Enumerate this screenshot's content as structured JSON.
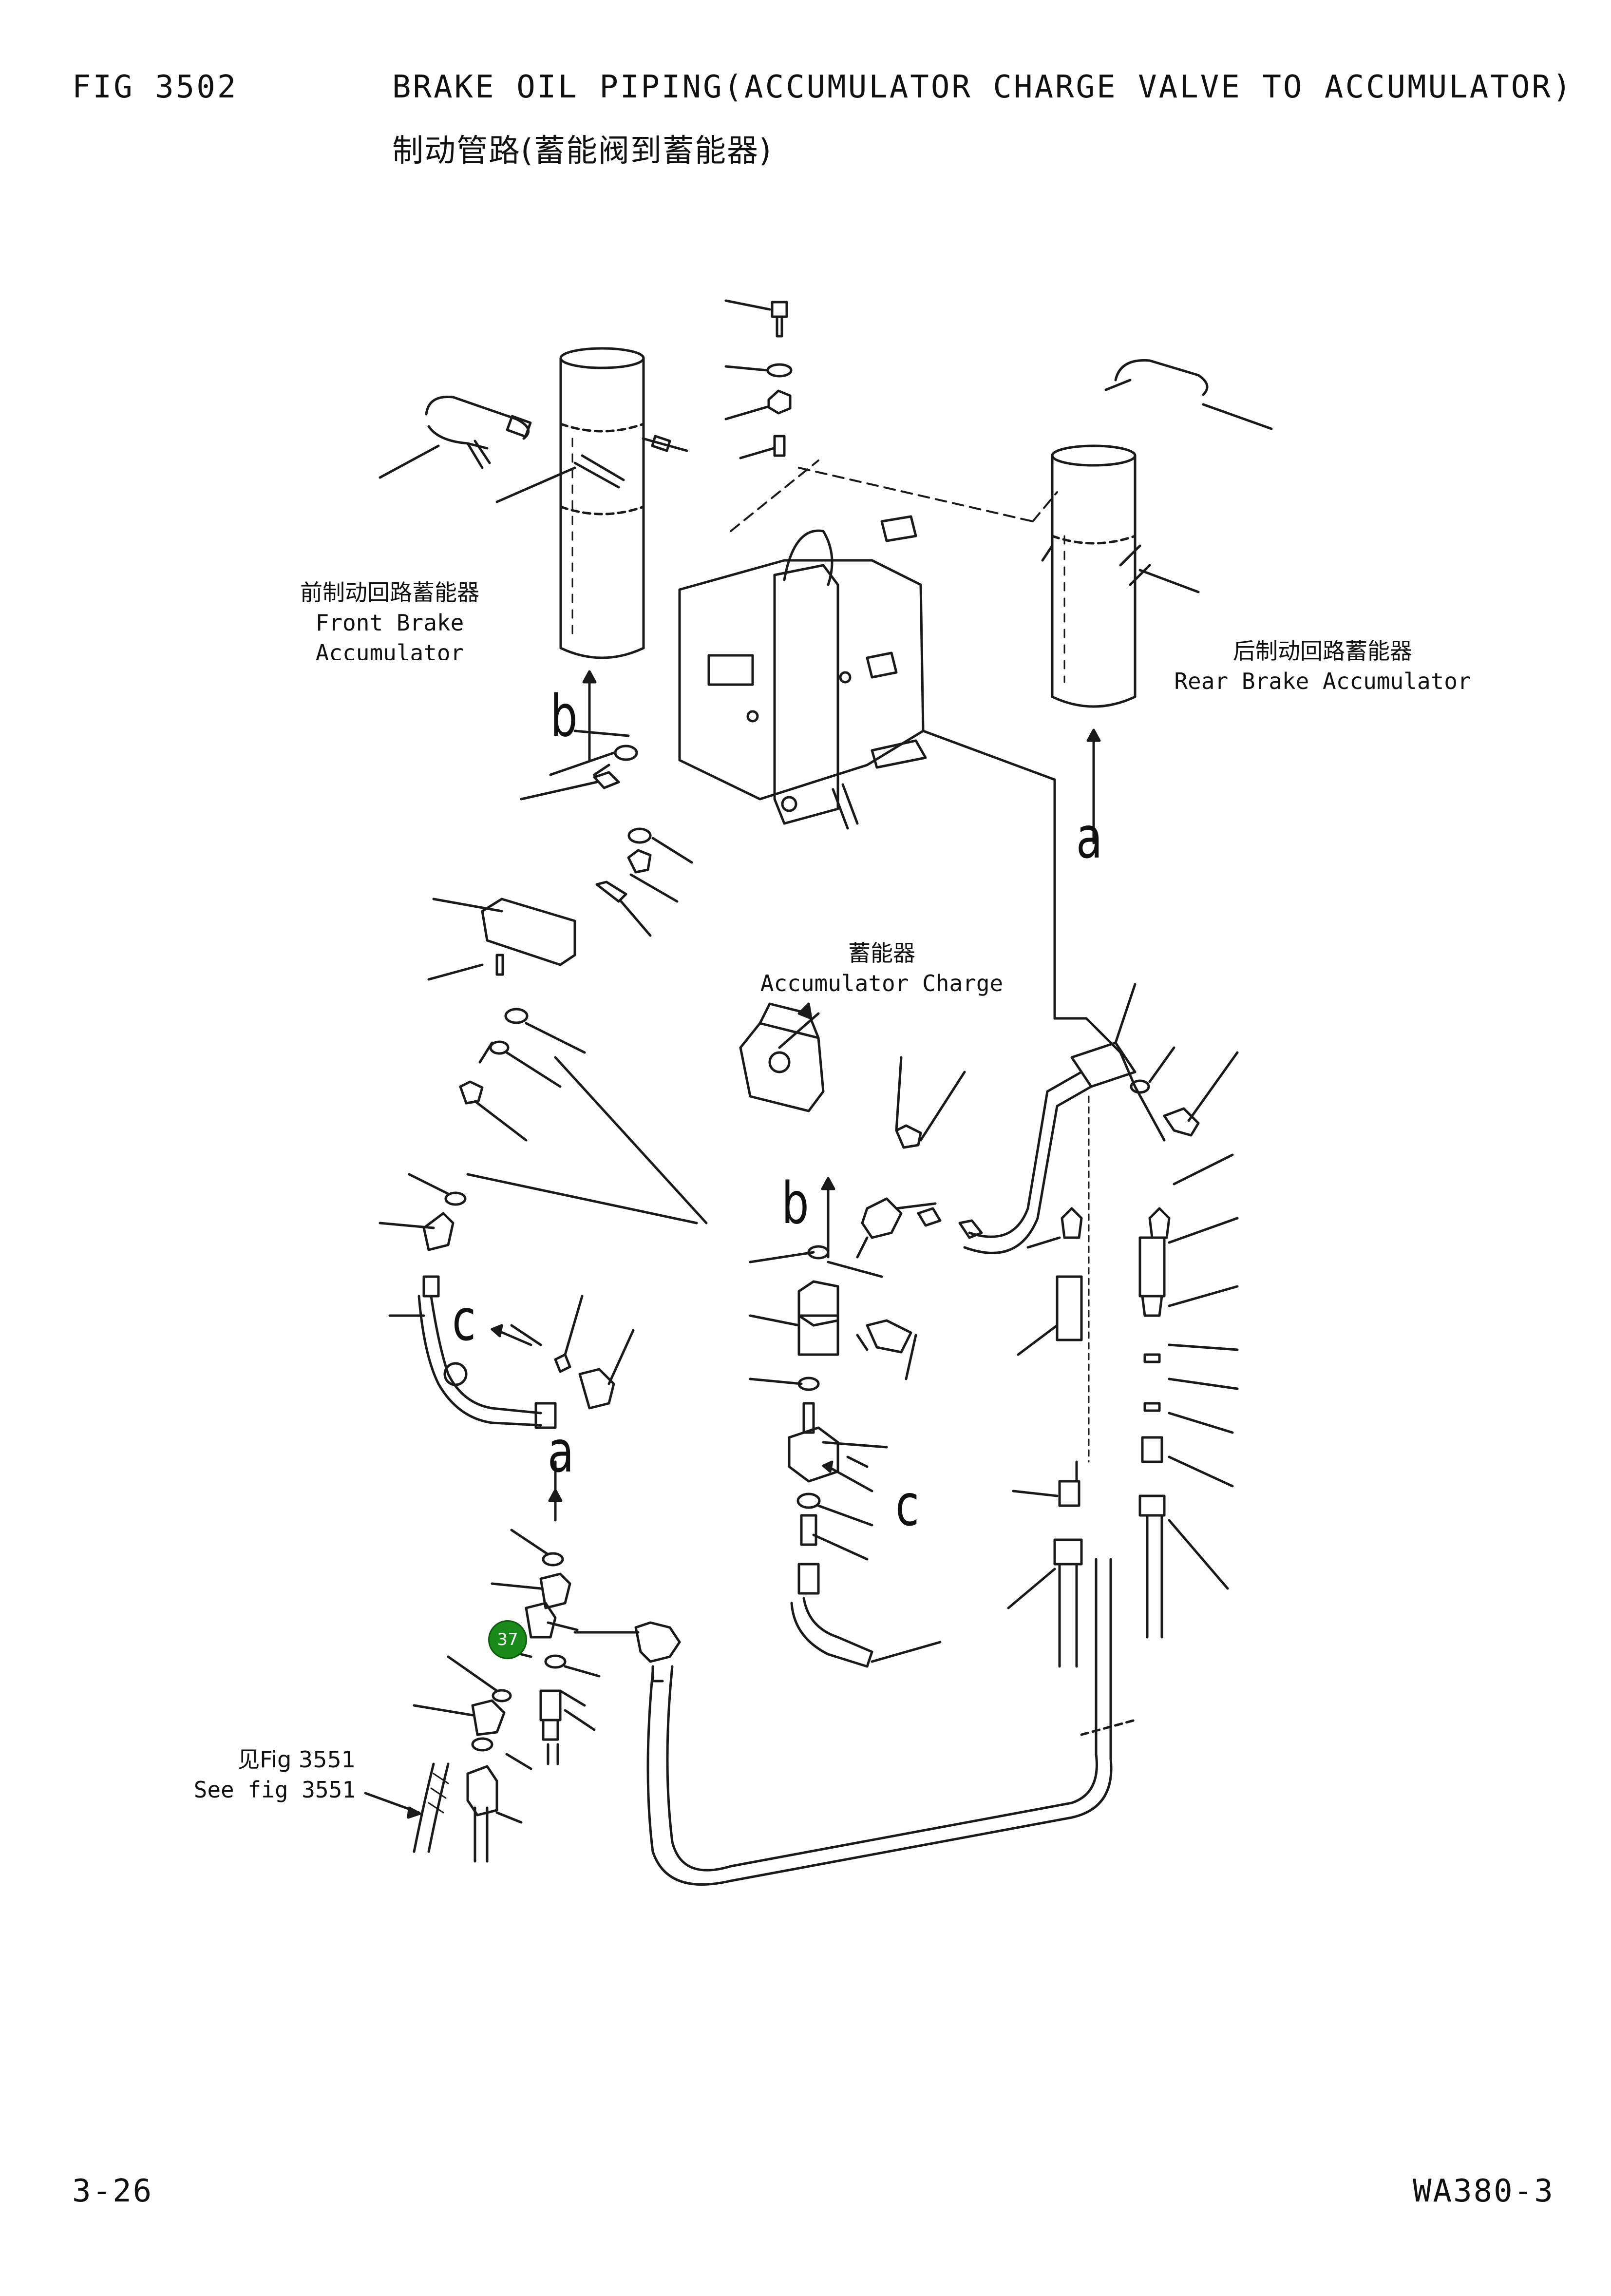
{
  "header": {
    "fig_no": "FIG 3502",
    "title_en": "BRAKE OIL PIPING(ACCUMULATOR CHARGE VALVE TO ACCUMULATOR)",
    "title_cn": "制动管路(蓄能阀到蓄能器)"
  },
  "labels": {
    "front_cn": "前制动回路蓄能器",
    "front_en1": "Front Brake",
    "front_en2": "Accumulator",
    "rear_cn": "后制动回路蓄能器",
    "rear_en": "Rear Brake Accumulator",
    "charge_cn": "蓄能器",
    "charge_en": "Accumulator Charge",
    "see_cn": "见Fig 3551",
    "see_en": "See fig 3551"
  },
  "refs": {
    "a": "a",
    "b": "b",
    "c": "c"
  },
  "callout": {
    "number": "37"
  },
  "footer": {
    "page": "3-26",
    "model": "WA380-3"
  }
}
